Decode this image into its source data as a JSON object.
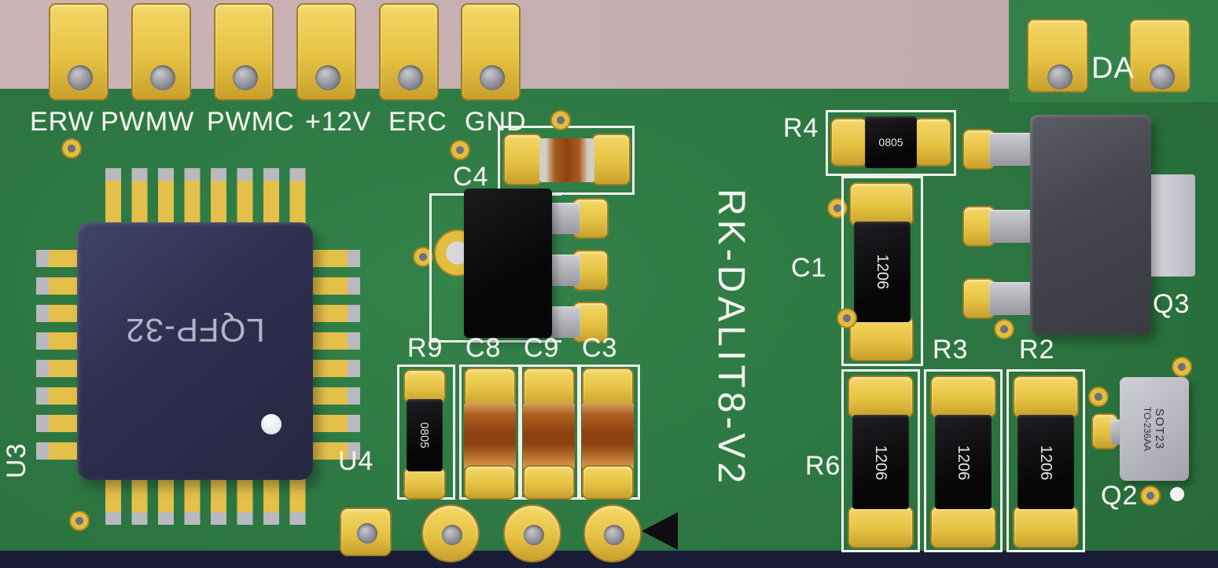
{
  "board": {
    "title": "RK-DALIT8-V2",
    "connectors": {
      "left_labels": [
        "ERW",
        "PWMW",
        "PWMC",
        "+12V",
        "ERC",
        "GND"
      ],
      "right_label": "DA"
    },
    "references": {
      "u3": "U3",
      "u4": "U4",
      "c4": "C4",
      "r9": "R9",
      "c8": "C8",
      "c9": "C9",
      "c3": "C3",
      "r4": "R4",
      "c1": "C1",
      "q3": "Q3",
      "r3": "R3",
      "r2": "R2",
      "r6": "R6",
      "q2": "Q2"
    },
    "markings": {
      "u3_package": "LQFP-32",
      "r9_size": "0805",
      "r4_size": "0805",
      "c1_size": "1206",
      "r6_size": "1206",
      "r3_size": "1206",
      "r2_size": "1206",
      "q2_package": "SOT23",
      "q2_type": "TO-236AA"
    },
    "colors": {
      "board_green": "#2e7a41",
      "pad_gold": "#e6c242",
      "silkscreen_white": "#f3f3ee",
      "background_top": "#c4aeb0",
      "background_bottom": "#1a1b36",
      "ic_body": "#2f3050",
      "chip_black": "#0c0c0e",
      "capacitor_orange": "#9a4c16",
      "lead_gray": "#a9a9b1"
    }
  }
}
